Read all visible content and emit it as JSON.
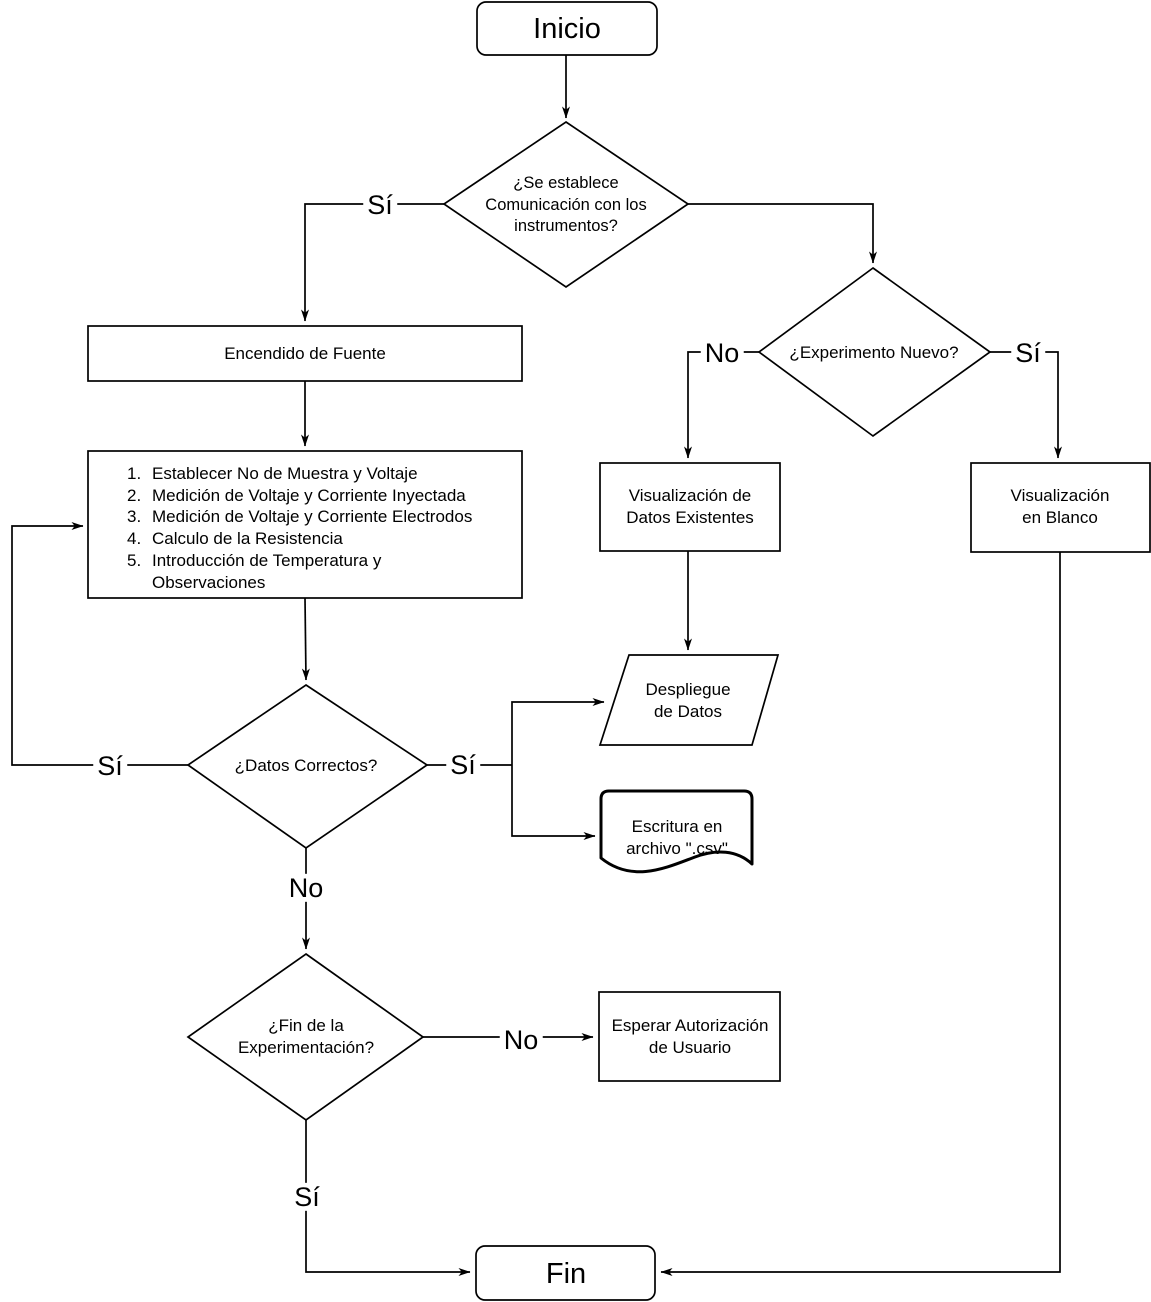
{
  "colors": {
    "background": "#ffffff",
    "stroke": "#000000",
    "text": "#000000"
  },
  "nodes": {
    "inicio": {
      "label": "Inicio"
    },
    "decision_comunicacion": {
      "lines": [
        "¿Se establece",
        "Comunicación con los",
        "instrumentos?"
      ]
    },
    "encendido": {
      "label": "Encendido de Fuente"
    },
    "pasos": {
      "rows": [
        {
          "num": "1.",
          "text": "Establecer No de Muestra y Voltaje"
        },
        {
          "num": "2.",
          "text": "Medición de Voltaje y Corriente Inyectada"
        },
        {
          "num": "3.",
          "text": "Medición de Voltaje y Corriente Electrodos"
        },
        {
          "num": "4.",
          "text": "Calculo de la Resistencia"
        },
        {
          "num": "5.",
          "text": "Introducción de Temperatura y"
        },
        {
          "num": "",
          "text": "Observaciones"
        }
      ]
    },
    "decision_experimento": {
      "label": "¿Experimento Nuevo?"
    },
    "viz_datos": {
      "lines": [
        "Visualización de",
        "Datos Existentes"
      ]
    },
    "viz_blanco": {
      "lines": [
        "Visualización",
        "en Blanco"
      ]
    },
    "decision_datos": {
      "label": "¿Datos Correctos?"
    },
    "despliegue": {
      "lines": [
        "Despliegue",
        "de Datos"
      ]
    },
    "escritura": {
      "lines": [
        "Escritura en",
        "archivo \".csv\""
      ]
    },
    "decision_fin": {
      "lines": [
        "¿Fin de la",
        "Experimentación?"
      ]
    },
    "esperar": {
      "lines": [
        "Esperar Autorización",
        "de Usuario"
      ]
    },
    "fin": {
      "label": "Fin"
    }
  },
  "edge_labels": {
    "si_comunicacion": "Sí",
    "no_experimento": "No",
    "si_experimento": "Sí",
    "si_datos_loop": "Sí",
    "si_datos": "Sí",
    "no_datos": "No",
    "no_fin": "No",
    "si_fin": "Sí"
  }
}
